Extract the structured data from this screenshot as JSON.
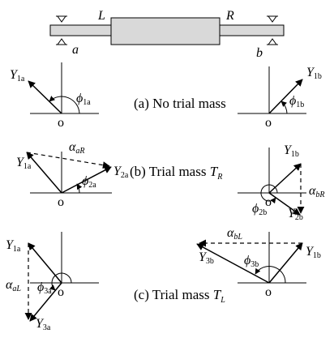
{
  "rotor": {
    "left_label": "L",
    "right_label": "R",
    "bearing_a": "a",
    "bearing_b": "b"
  },
  "captions": {
    "a": "(a) No trial mass",
    "b_prefix": "(b) Trial mass ",
    "b_T": "T",
    "b_sub": "R",
    "c_prefix": "(c) Trial mass ",
    "c_T": "T",
    "c_sub": "L"
  },
  "origin_label": "o",
  "vectors": {
    "Y": "Y",
    "phi": "ϕ",
    "alpha": "α",
    "y1a": "1a",
    "y1b": "1b",
    "y2a": "2a",
    "y2b": "2b",
    "y3a": "3a",
    "y3b": "3b",
    "phi1a": "1a",
    "phi1b": "1b",
    "phi2a": "2a",
    "phi2b": "2b",
    "phi3a": "3a",
    "phi3b": "3b",
    "alpha_aR": "aR",
    "alpha_bR": "bR",
    "alpha_aL": "aL",
    "alpha_bL": "bL"
  }
}
